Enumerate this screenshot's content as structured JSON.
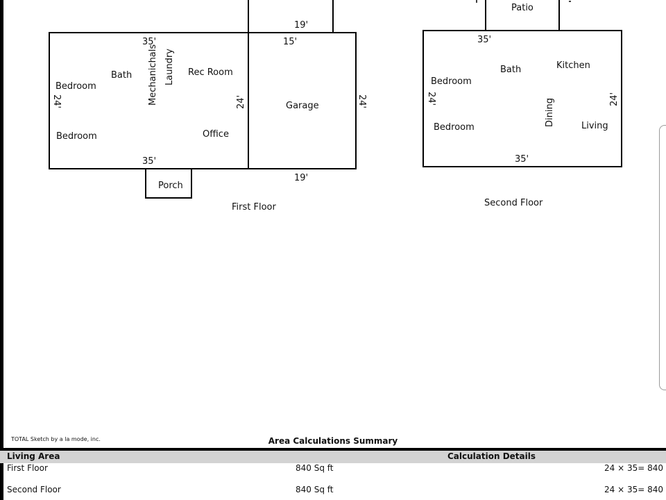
{
  "first_floor": {
    "caption": "First Floor",
    "rooms": {
      "bedroom_1": "Bedroom",
      "bedroom_2": "Bedroom",
      "bath": "Bath",
      "mechanicals": "Mechanichals",
      "laundry": "Laundry",
      "rec_room": "Rec Room",
      "office": "Office",
      "garage": "Garage",
      "porch": "Porch"
    },
    "dimensions": {
      "top": "35'",
      "bottom": "35'",
      "left": "24'",
      "interior": "24'",
      "garage_right": "24'",
      "garage_top": "15'",
      "garage_bottom": "19'",
      "extension_top": "19'"
    }
  },
  "second_floor": {
    "caption": "Second Floor",
    "rooms": {
      "patio": "Patio",
      "bedroom_1": "Bedroom",
      "bedroom_2": "Bedroom",
      "bath": "Bath",
      "kitchen": "Kitchen",
      "dining": "Dining",
      "living": "Living"
    },
    "dimensions": {
      "top": "35'",
      "bottom": "35'",
      "left": "24'",
      "right": "24'"
    }
  },
  "footer": {
    "credit": "TOTAL Sketch by a la mode, inc.",
    "summary_title": "Area Calculations Summary",
    "header_left": "Living Area",
    "header_right": "Calculation Details",
    "rows": [
      {
        "name": "First Floor",
        "area": "840 Sq ft",
        "calc": "24 × 35= 840"
      },
      {
        "name": "Second Floor",
        "area": "840 Sq ft",
        "calc": "24 × 35= 840"
      }
    ]
  }
}
